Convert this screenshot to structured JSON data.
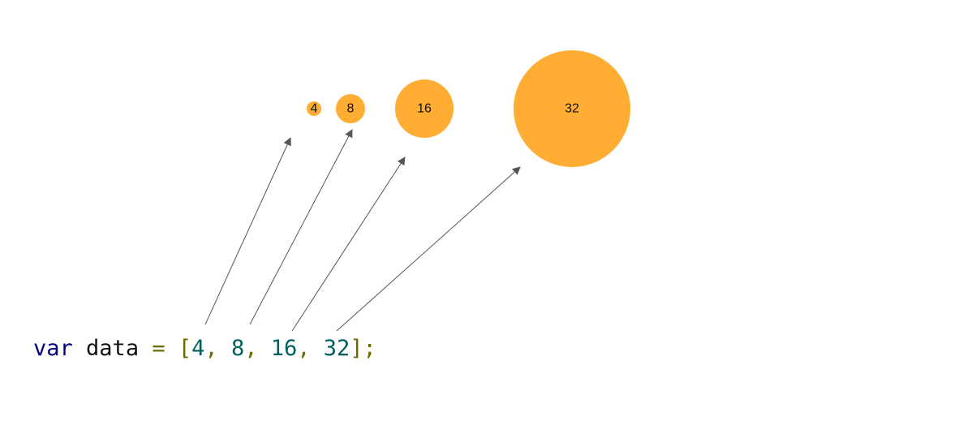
{
  "colors": {
    "bubble": "#ffad33",
    "arrow": "#555555",
    "keyword": "#000080",
    "identifier": "#111111",
    "punctuation": "#6b6b00",
    "number": "#00605f"
  },
  "code": {
    "keyword": "var",
    "identifier": "data",
    "assign": "=",
    "open_bracket": "[",
    "close_bracket": "];",
    "separator": ",",
    "values": [
      "4",
      "8",
      "16",
      "32"
    ]
  },
  "bubbles": [
    {
      "label": "4",
      "value": 4
    },
    {
      "label": "8",
      "value": 8
    },
    {
      "label": "16",
      "value": 16
    },
    {
      "label": "32",
      "value": 32
    }
  ]
}
